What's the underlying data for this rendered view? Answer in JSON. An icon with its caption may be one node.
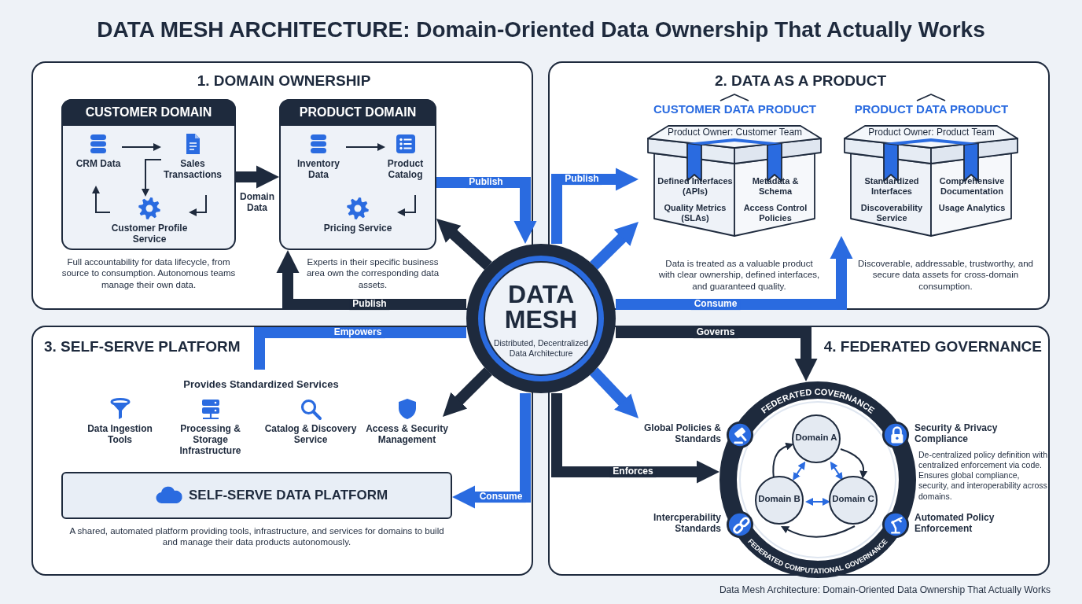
{
  "diagram": {
    "title": "DATA MESH ARCHITECTURE: Domain-Oriented Data Ownership That Actually Works",
    "caption": "Data Mesh Architecture: Domain-Oriented Data Ownership That Actually Works",
    "nodes": [
      {
        "text": [
          "1. DOMAIN OWNERSHIP"
        ]
      },
      {
        "text": [
          "CUSTOMER DOMAIN"
        ],
        "in": 0,
        "beside": [
          "Full accountability for data lifecycle, from source to consumption. Autonomous teams manage their own data."
        ]
      },
      {
        "text": [
          "CRM Data"
        ],
        "in": 1
      },
      {
        "text": [
          "Sales Transactions"
        ],
        "in": 1
      },
      {
        "text": [
          "Customer Profile Service"
        ],
        "in": 1
      },
      {
        "text": [
          "PRODUCT DOMAIN"
        ],
        "in": 0,
        "beside": [
          "Experts in their specific business area own the corresponding data assets."
        ]
      },
      {
        "text": [
          "Inventory Data"
        ],
        "in": 5
      },
      {
        "text": [
          "Product Catalog"
        ],
        "in": 5
      },
      {
        "text": [
          "Pricing Service"
        ],
        "in": 5
      },
      {
        "text": [
          "2. DATA AS A PRODUCT"
        ]
      },
      {
        "text": [
          "CUSTOMER DATA PRODUCT",
          "Product Owner: Customer Team",
          "Defined Interfaces (APIs)",
          "Metadata & Schema",
          "Quality Metrics (SLAs)",
          "Access Control Policies"
        ],
        "in": 9,
        "beside": [
          "Data is treated as a valuable product with clear ownership, defined interfaces, and guaranteed quality."
        ]
      },
      {
        "text": [
          "PRODUCT DATA PRODUCT",
          "Product Owner: Product Team",
          "Standardized Interfaces",
          "Comprehensive Documentation",
          "Discoverability Service",
          "Usage Analytics"
        ],
        "in": 9,
        "beside": [
          "Discoverable, addressable, trustworthy, and secure data assets for cross-domain consumption."
        ]
      },
      {
        "text": [
          "3. SELF-SERVE PLATFORM",
          "Provides Standardized Services"
        ]
      },
      {
        "text": [
          "SELF-SERVE DATA PLATFORM"
        ],
        "in": 12,
        "beside": [
          "A shared, automated platform providing tools, infrastructure, and services for domains to build and manage their data products autonomously."
        ]
      },
      {
        "text": [
          "Data Ingestion Tools"
        ],
        "in": 12
      },
      {
        "text": [
          "Processing & Storage Infrastructure"
        ],
        "in": 12
      },
      {
        "text": [
          "Catalog & Discovery Service"
        ],
        "in": 12
      },
      {
        "text": [
          "Access & Security Management"
        ],
        "in": 12
      },
      {
        "text": [
          "4. FEDERATED GOVERNANCE"
        ]
      },
      {
        "text": [
          "FEDERATED COVERNANCE",
          "FEDERATED COMPUTATIONAL GOVERNANCE"
        ],
        "in": 18,
        "beside": [
          "De-centralized policy definition with centralized enforcement via code. Ensures global compliance, security, and interoperability across domains."
        ]
      },
      {
        "text": [
          "Domain A"
        ],
        "in": 19
      },
      {
        "text": [
          "Domain B"
        ],
        "in": 19
      },
      {
        "text": [
          "Domain C"
        ],
        "in": 19
      },
      {
        "text": [
          "Global Policies & Standards"
        ],
        "in": 18
      },
      {
        "text": [
          "Security & Privacy Compliance"
        ],
        "in": 18
      },
      {
        "text": [
          "Intercperability Standards"
        ],
        "in": 18
      },
      {
        "text": [
          "Automated Policy Enforcement"
        ],
        "in": 18
      },
      {
        "text": [
          "DATA MESH",
          "Distributed, Decentralized Data Architecture"
        ]
      }
    ],
    "edges": [
      {
        "from": 2,
        "to": 3,
        "arrow": "to"
      },
      {
        "from": 3,
        "to": 4,
        "arrow": "to"
      },
      {
        "from": 3,
        "to": 4,
        "arrow": "to"
      },
      {
        "from": 4,
        "to": 2,
        "arrow": "to"
      },
      {
        "from": 6,
        "to": 7,
        "arrow": "to"
      },
      {
        "from": 7,
        "to": 8,
        "arrow": "to"
      },
      {
        "from": 1,
        "to": 5,
        "arrow": "to",
        "label": "Domain Data"
      },
      {
        "from": 5,
        "to": 27,
        "arrow": "to",
        "label": "Publish",
        "color": "#2a6be0"
      },
      {
        "from": 27,
        "to": 10,
        "arrow": "to",
        "label": "Publish",
        "color": "#2a6be0"
      },
      {
        "from": 27,
        "to": 5,
        "arrow": "to",
        "label": "Publish"
      },
      {
        "from": 27,
        "to": 11,
        "arrow": "to",
        "label": "Consume",
        "color": "#2a6be0"
      },
      {
        "from": 27,
        "to": null,
        "arrow": "none",
        "label": "Empowers",
        "color": "#2a6be0"
      },
      {
        "from": 27,
        "to": 13,
        "arrow": "to",
        "label": "Consume",
        "color": "#2a6be0"
      },
      {
        "from": 27,
        "to": 19,
        "arrow": "to",
        "label": "Governs"
      },
      {
        "from": 27,
        "to": 19,
        "arrow": "to",
        "label": "Enforces"
      },
      {
        "from": 27,
        "to": 5,
        "arrow": "to"
      },
      {
        "from": 27,
        "to": 17,
        "arrow": "to"
      },
      {
        "from": 27,
        "to": 10,
        "arrow": "to",
        "color": "#2a6be0"
      },
      {
        "from": 27,
        "to": 23,
        "arrow": "to",
        "color": "#2a6be0"
      },
      {
        "from": 20,
        "to": 22,
        "arrow": "to"
      },
      {
        "from": 22,
        "to": 21,
        "arrow": "to"
      },
      {
        "from": 21,
        "to": 20,
        "arrow": "to"
      },
      {
        "from": 20,
        "to": 21,
        "arrow": "both",
        "color": "#2a6be0"
      },
      {
        "from": 20,
        "to": 22,
        "arrow": "both",
        "color": "#2a6be0"
      },
      {
        "from": 21,
        "to": 22,
        "arrow": "both",
        "color": "#2a6be0"
      }
    ]
  }
}
